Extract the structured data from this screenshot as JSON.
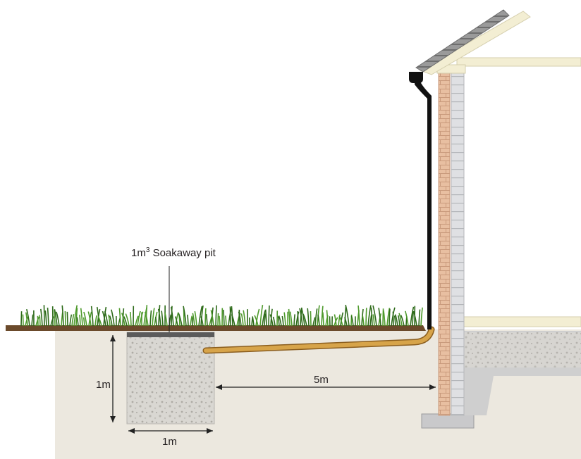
{
  "labels": {
    "pit_prefix": "1m",
    "pit_superscript": "3",
    "pit_suffix": " Soakaway pit",
    "pit_depth": "1m",
    "pit_width": "1m",
    "distance_to_house": "5m"
  },
  "colors": {
    "ground": "#ece8df",
    "grass": "#4e9a2c",
    "grass_dark": "#2e6b1a",
    "soil_edge": "#6b4a2b",
    "gravel": "#d7d5d0",
    "pipe": "#c7912f",
    "downpipe": "#111111",
    "brick": "#e6b99a",
    "block": "#dcdde0",
    "timber": "#f3eed3",
    "roof_tile": "#8c8c8c",
    "dimension_line": "#222222"
  }
}
